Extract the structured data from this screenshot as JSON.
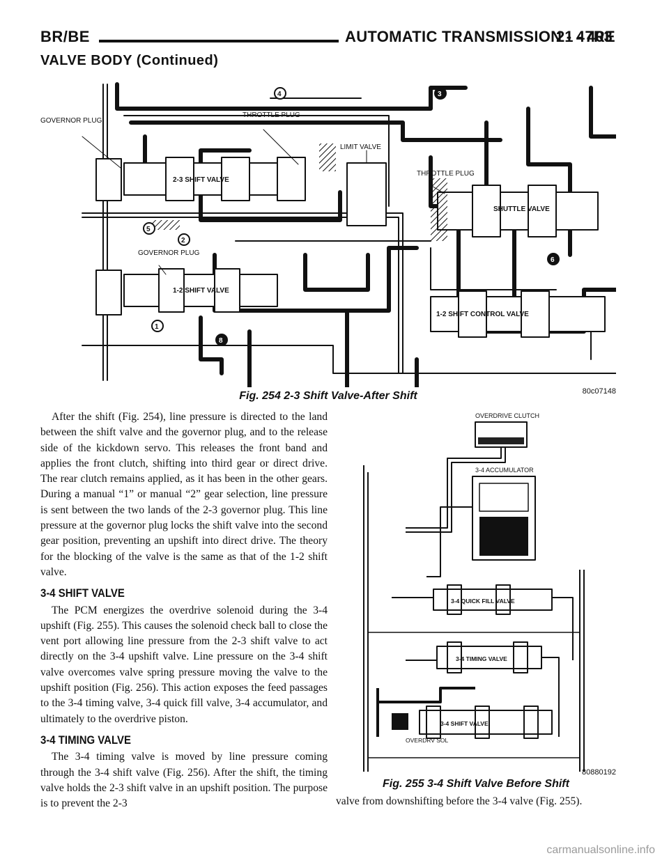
{
  "header": {
    "model": "BR/BE",
    "section_title": "AUTOMATIC TRANSMISSION - 47RE",
    "page_number": "21 - 403"
  },
  "continued_heading": "VALVE BODY (Continued)",
  "figure_254": {
    "caption": "Fig. 254 2-3 Shift Valve-After Shift",
    "code": "80c07148",
    "labels": {
      "governor_plug_top": "GOVERNOR PLUG",
      "throttle_plug_top": "THROTTLE PLUG",
      "limit_valve": "LIMIT VALVE",
      "throttle_plug_right": "THROTTLE PLUG",
      "two_three_shift_valve": "2-3 SHIFT VALVE",
      "shuttle_valve": "SHUTTLE VALVE",
      "governor_plug_lower": "GOVERNOR PLUG",
      "one_two_shift_valve": "1-2 SHIFT VALVE",
      "one_two_shift_control_valve": "1-2 SHIFT CONTROL VALVE"
    },
    "callouts": [
      "1",
      "2",
      "3",
      "4",
      "5",
      "6",
      "8"
    ]
  },
  "body": {
    "para_after_shift": "After the shift (Fig. 254), line pressure is directed to the land between the shift valve and the governor plug, and to the release side of the kickdown servo. This releases the front band and applies the front clutch, shifting into third gear or direct drive. The rear clutch remains applied, as it has been in the other gears. During a manual “1” or manual “2” gear selection, line pressure is sent between the two lands of the 2-3 governor plug. This line pressure at the governor plug locks the shift valve into the second gear position, preventing an upshift into direct drive. The theory for the blocking of the valve is the same as that of the 1-2 shift valve.",
    "heading_34_shift": "3-4 SHIFT VALVE",
    "para_34_shift": "The PCM energizes the overdrive solenoid during the 3-4 upshift (Fig. 255). This causes the solenoid check ball to close the vent port allowing line pressure from the 2-3 shift valve to act directly on the 3-4 upshift valve. Line pressure on the 3-4 shift valve overcomes valve spring pressure moving the valve to the upshift position (Fig. 256). This action exposes the feed passages to the 3-4 timing valve, 3-4 quick fill valve, 3-4 accumulator, and ultimately to the overdrive piston.",
    "heading_34_timing": "3-4 TIMING VALVE",
    "para_34_timing": "The 3-4 timing valve is moved by line pressure coming through the 3-4 shift valve (Fig. 256). After the shift, the timing valve holds the 2-3 shift valve in an upshift position. The purpose is to prevent the 2-3",
    "para_continuation": "valve from downshifting before the 3-4 valve (Fig. 255)."
  },
  "figure_255": {
    "caption": "Fig. 255 3-4 Shift Valve Before Shift",
    "code": "80880192",
    "labels": {
      "overdrive_clutch": "OVERDRIVE CLUTCH",
      "accumulator": "3-4 ACCUMULATOR",
      "quick_fill_valve": "3-4 QUICK FILL VALVE",
      "timing_valve": "3-4 TIMING VALVE",
      "shift_valve": "3-4 SHIFT VALVE",
      "overdrive_sol": "OVERDRV SOL"
    }
  },
  "watermark": "carmanualsonline.info"
}
